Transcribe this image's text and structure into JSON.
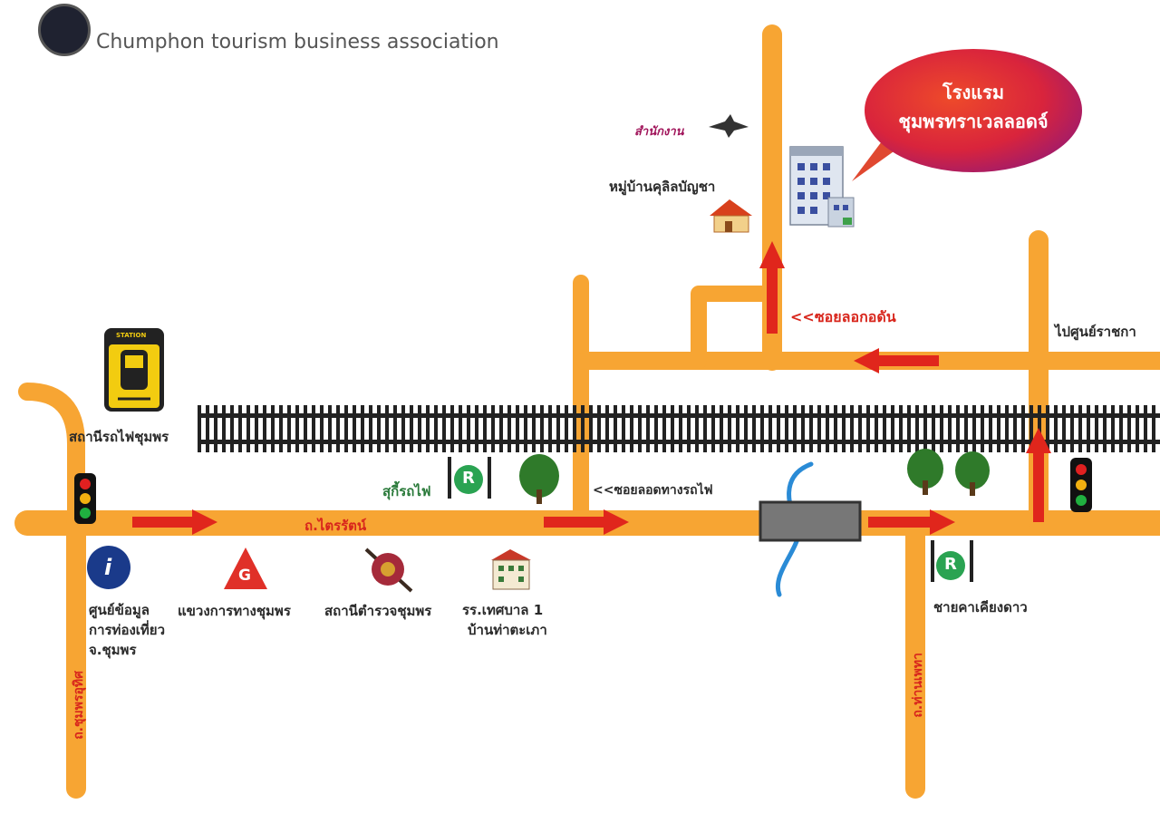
{
  "header": {
    "title": "Chumphon tourism business association"
  },
  "hotel": {
    "line1": "โรงแรม",
    "line2": "ชุมพรทราเวลลอดจ์"
  },
  "brand": {
    "text": "สำนักงาน"
  },
  "village": {
    "label": "หมู่บ้านคุลิลบัญชา"
  },
  "roads": {
    "main": "ถ.ไตรรัตน์",
    "soi_top": "<<ซอยลอกอดัน",
    "soi_tunnel": "<<ซอยลอดทางรถไฟ",
    "left_vertical": "ถ.ชุมพรอุทิศ",
    "right_vertical": "ถ.ท่านเพทา",
    "to_right": "ไปศูนย์ราชกา"
  },
  "places": {
    "station": "สถานีรถไฟชุมพร",
    "station_sign": "STATION",
    "restaurant1": "สุกี้รถไฟ",
    "restaurant2": "ชายคาเคียงดาว",
    "info_line1": "ศูนย์ข้อมูล",
    "info_line2": "การท่องเที่ยว",
    "info_line3": "จ.ชุมพร",
    "highway": "แขวงการทางชุมพร",
    "police": "สถานีตำรวจชุมพร",
    "school_line1": "รร.เทศบาล 1",
    "school_line2": "บ้านท่าตะเภา"
  },
  "icons": {
    "info": "i",
    "highway": "G",
    "restaurant": "R"
  },
  "colors": {
    "road": "#f7a533",
    "arrow": "#e0261c",
    "rail": "#222222",
    "bubble": "#d9303a",
    "river": "#2a8bd6"
  }
}
